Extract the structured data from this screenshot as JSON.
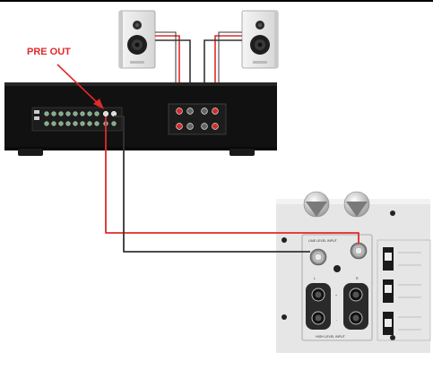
{
  "annotation": {
    "label": "PRE OUT",
    "color": "#e02a2a"
  },
  "subwoofer_panel": {
    "line_level_label": "LINE LEVEL INPUT",
    "high_level_label": "HIGH LEVEL INPUT",
    "left_label": "L",
    "right_label": "R",
    "plus_label": "+",
    "minus_label": "-"
  },
  "colors": {
    "signal_cable": "#e02a2a",
    "ground_cable": "#333333",
    "amplifier_body": "#111111",
    "subwoofer_panel": "#e8e8e8"
  }
}
